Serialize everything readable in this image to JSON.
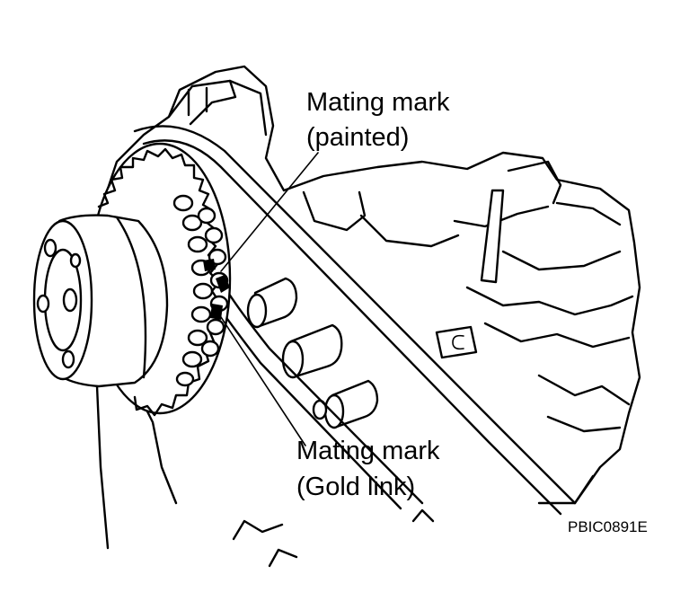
{
  "labels": {
    "painted_line1": "Mating mark",
    "painted_line2": "(painted)",
    "gold_line1": "Mating mark",
    "gold_line2": "(Gold link)",
    "figure_code": "PBIC0891E"
  }
}
